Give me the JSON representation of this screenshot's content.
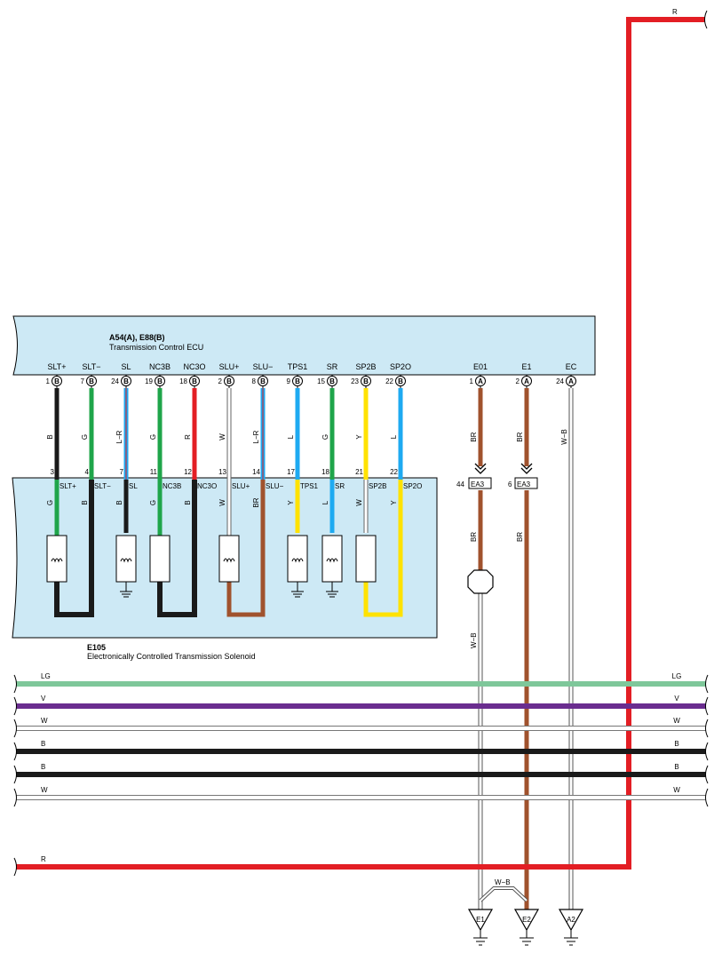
{
  "ecu": {
    "title": "A54(A), E88(B)",
    "subtitle": "Transmission Control ECU",
    "pins": [
      {
        "name": "SLT+",
        "num": "1",
        "conn": "B"
      },
      {
        "name": "SLT−",
        "num": "7",
        "conn": "B"
      },
      {
        "name": "SL",
        "num": "24",
        "conn": "B"
      },
      {
        "name": "NC3B",
        "num": "19",
        "conn": "B"
      },
      {
        "name": "NC3O",
        "num": "18",
        "conn": "B"
      },
      {
        "name": "SLU+",
        "num": "2",
        "conn": "B"
      },
      {
        "name": "SLU−",
        "num": "8",
        "conn": "B"
      },
      {
        "name": "TPS1",
        "num": "9",
        "conn": "B"
      },
      {
        "name": "SR",
        "num": "15",
        "conn": "B"
      },
      {
        "name": "SP2B",
        "num": "23",
        "conn": "B"
      },
      {
        "name": "SP2O",
        "num": "22",
        "conn": "B"
      },
      {
        "name": "E01",
        "num": "1",
        "conn": "A"
      },
      {
        "name": "E1",
        "num": "2",
        "conn": "A"
      },
      {
        "name": "EC",
        "num": "24",
        "conn": "A"
      }
    ]
  },
  "wires_between": [
    "B",
    "G",
    "L−R",
    "G",
    "R",
    "W",
    "L−R",
    "L",
    "G",
    "Y",
    "L",
    "BR",
    "BR",
    "W−B"
  ],
  "solenoid": {
    "title": "E105",
    "subtitle": "Electronically Controlled Transmission Solenoid",
    "pins": [
      {
        "num": "3",
        "name": "SLT+"
      },
      {
        "num": "4",
        "name": "SLT−"
      },
      {
        "num": "7",
        "name": "SL"
      },
      {
        "num": "11",
        "name": "NC3B"
      },
      {
        "num": "12",
        "name": "NC3O"
      },
      {
        "num": "13",
        "name": "SLU+"
      },
      {
        "num": "14",
        "name": "SLU−"
      },
      {
        "num": "17",
        "name": "TPS1"
      },
      {
        "num": "18",
        "name": "SR"
      },
      {
        "num": "21",
        "name": "SP2B"
      },
      {
        "num": "22",
        "name": "SP2O"
      }
    ],
    "inner_wires": [
      "G",
      "B",
      "B",
      "G",
      "B",
      "W",
      "BR",
      "Y",
      "L",
      "W",
      "Y"
    ]
  },
  "junction": [
    {
      "num": "44",
      "name": "EA3"
    },
    {
      "num": "6",
      "name": "EA3"
    }
  ],
  "ground_wires": {
    "below_junction_left": "BR",
    "below_junction_right": "BR",
    "splice_out": "W−B",
    "bridge": "W−B"
  },
  "grounds": [
    "E1",
    "E2",
    "A2"
  ],
  "top_wire": "R",
  "buses": [
    {
      "left": "LG",
      "right": "LG",
      "color": "#7ec79a"
    },
    {
      "left": "V",
      "right": "V",
      "color": "#6a2d8f"
    },
    {
      "left": "W",
      "right": "W",
      "color": "#ffffff"
    },
    {
      "left": "B",
      "right": "B",
      "color": "#1a1a1a"
    },
    {
      "left": "B",
      "right": "B",
      "color": "#1a1a1a"
    },
    {
      "left": "W",
      "right": "W",
      "color": "#ffffff"
    }
  ],
  "bottom_wire": "R",
  "colors": {
    "R": "#e31e24",
    "B": "#1a1a1a",
    "G": "#1fa54a",
    "L": "#1eaaf1",
    "Y": "#ffe200",
    "BR": "#a0522d",
    "W": "#ffffff",
    "box": "#cde9f5"
  }
}
